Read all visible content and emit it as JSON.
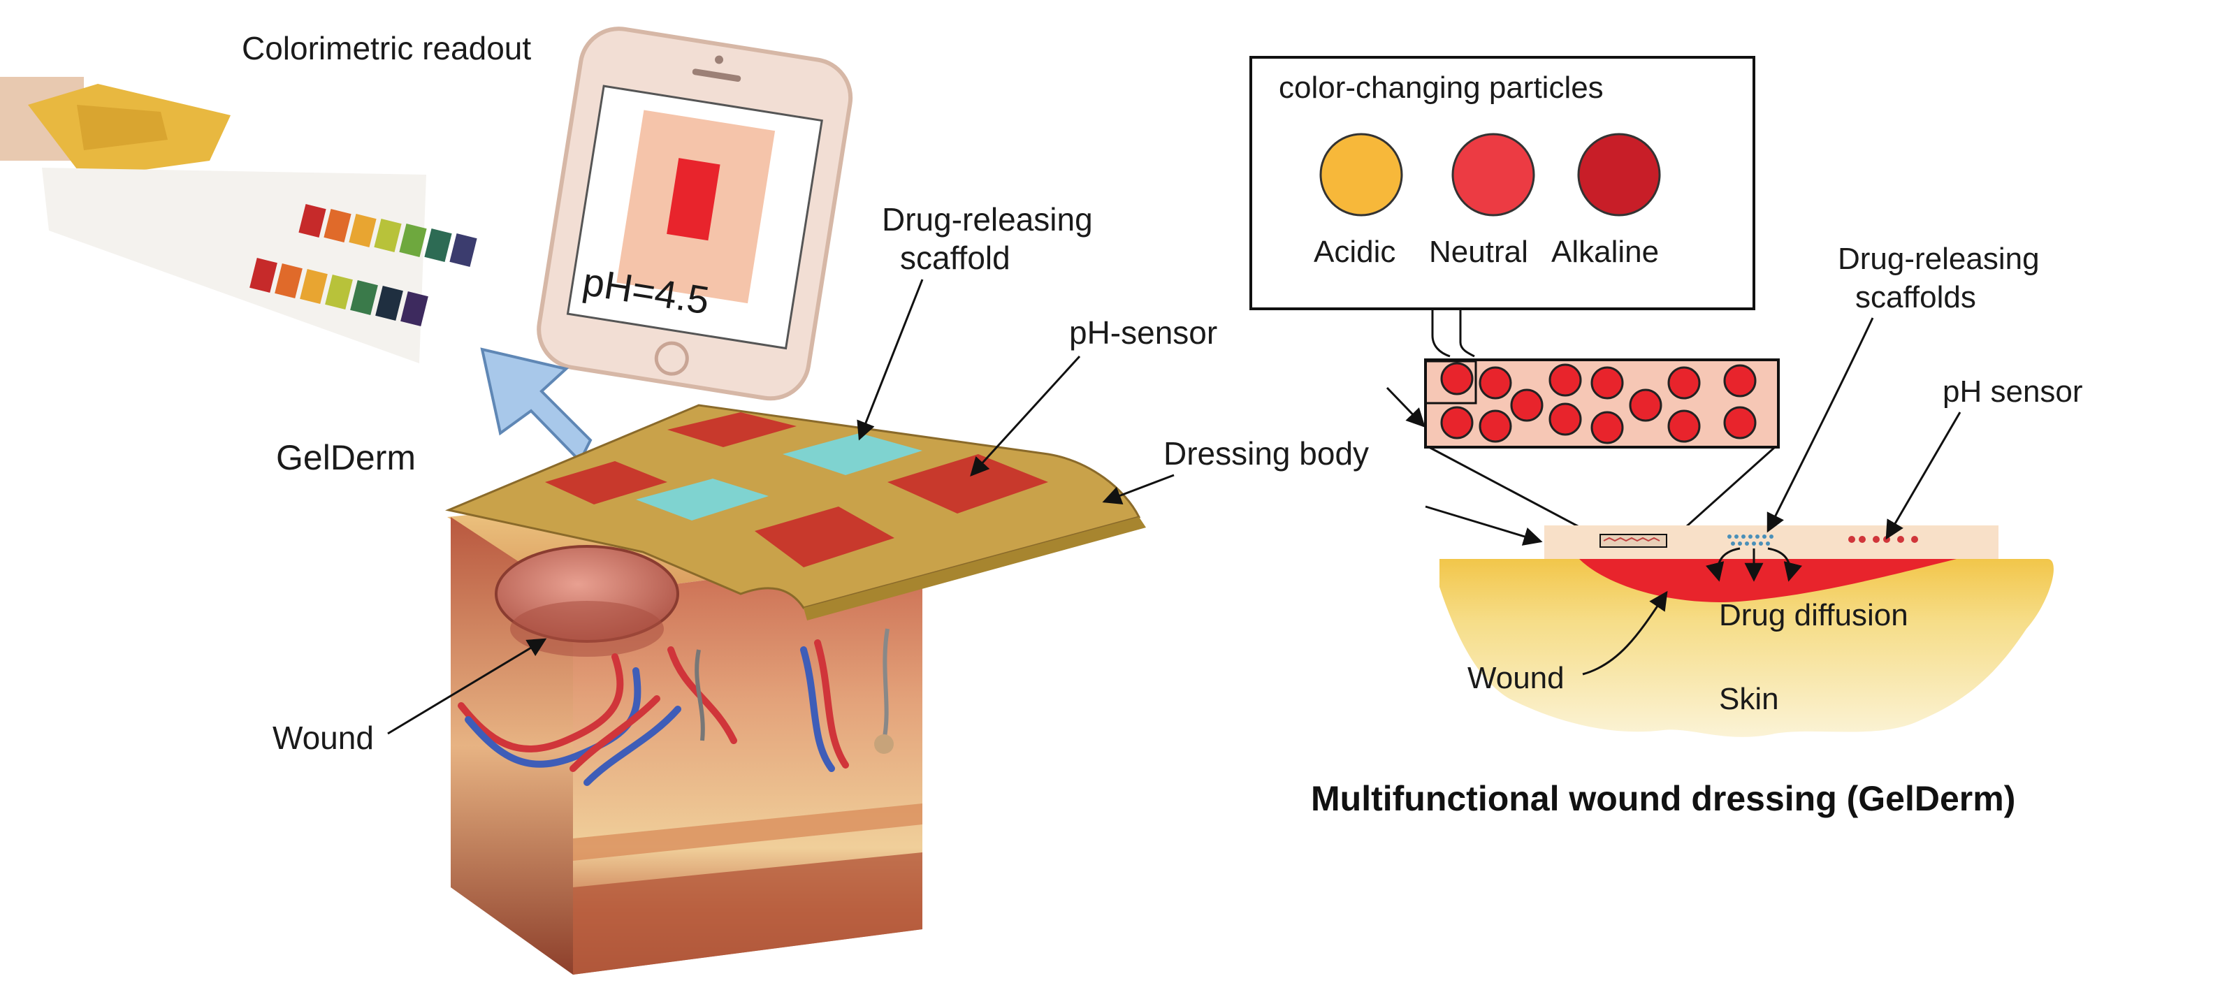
{
  "labels": {
    "colorimetric_readout": "Colorimetric readout",
    "phone_ph_value": "pH=4.5",
    "gelderm": "GelDerm",
    "drug_releasing_scaffold": [
      "Drug-releasing",
      "scaffold"
    ],
    "ph_sensor_left": "pH-sensor",
    "dressing_body": "Dressing body",
    "wound_left": "Wound",
    "particles_title": "color-changing particles",
    "particle_acidic": "Acidic",
    "particle_neutral": "Neutral",
    "particle_alkaline": "Alkaline",
    "drug_releasing_scaffolds": [
      "Drug-releasing",
      "scaffolds"
    ],
    "ph_sensor_right": "pH sensor",
    "drug_diffusion": "Drug diffusion",
    "wound_right": "Wound",
    "skin": "Skin",
    "main_title": "Multifunctional wound dressing (GelDerm)"
  },
  "colors": {
    "acidic": "#f7b83a",
    "neutral": "#ec3b43",
    "alkaline": "#c81e28",
    "sensor_patch": "#c8392c",
    "scaffold_patch": "#7fd3d0",
    "dressing": "#c9a24a",
    "wound_red": "#e8242c",
    "arrow_blue": "#a8c8ea"
  },
  "icons": [
    "ph-test-strip-image",
    "smartphone-icon",
    "skin-cross-section-illustration"
  ]
}
